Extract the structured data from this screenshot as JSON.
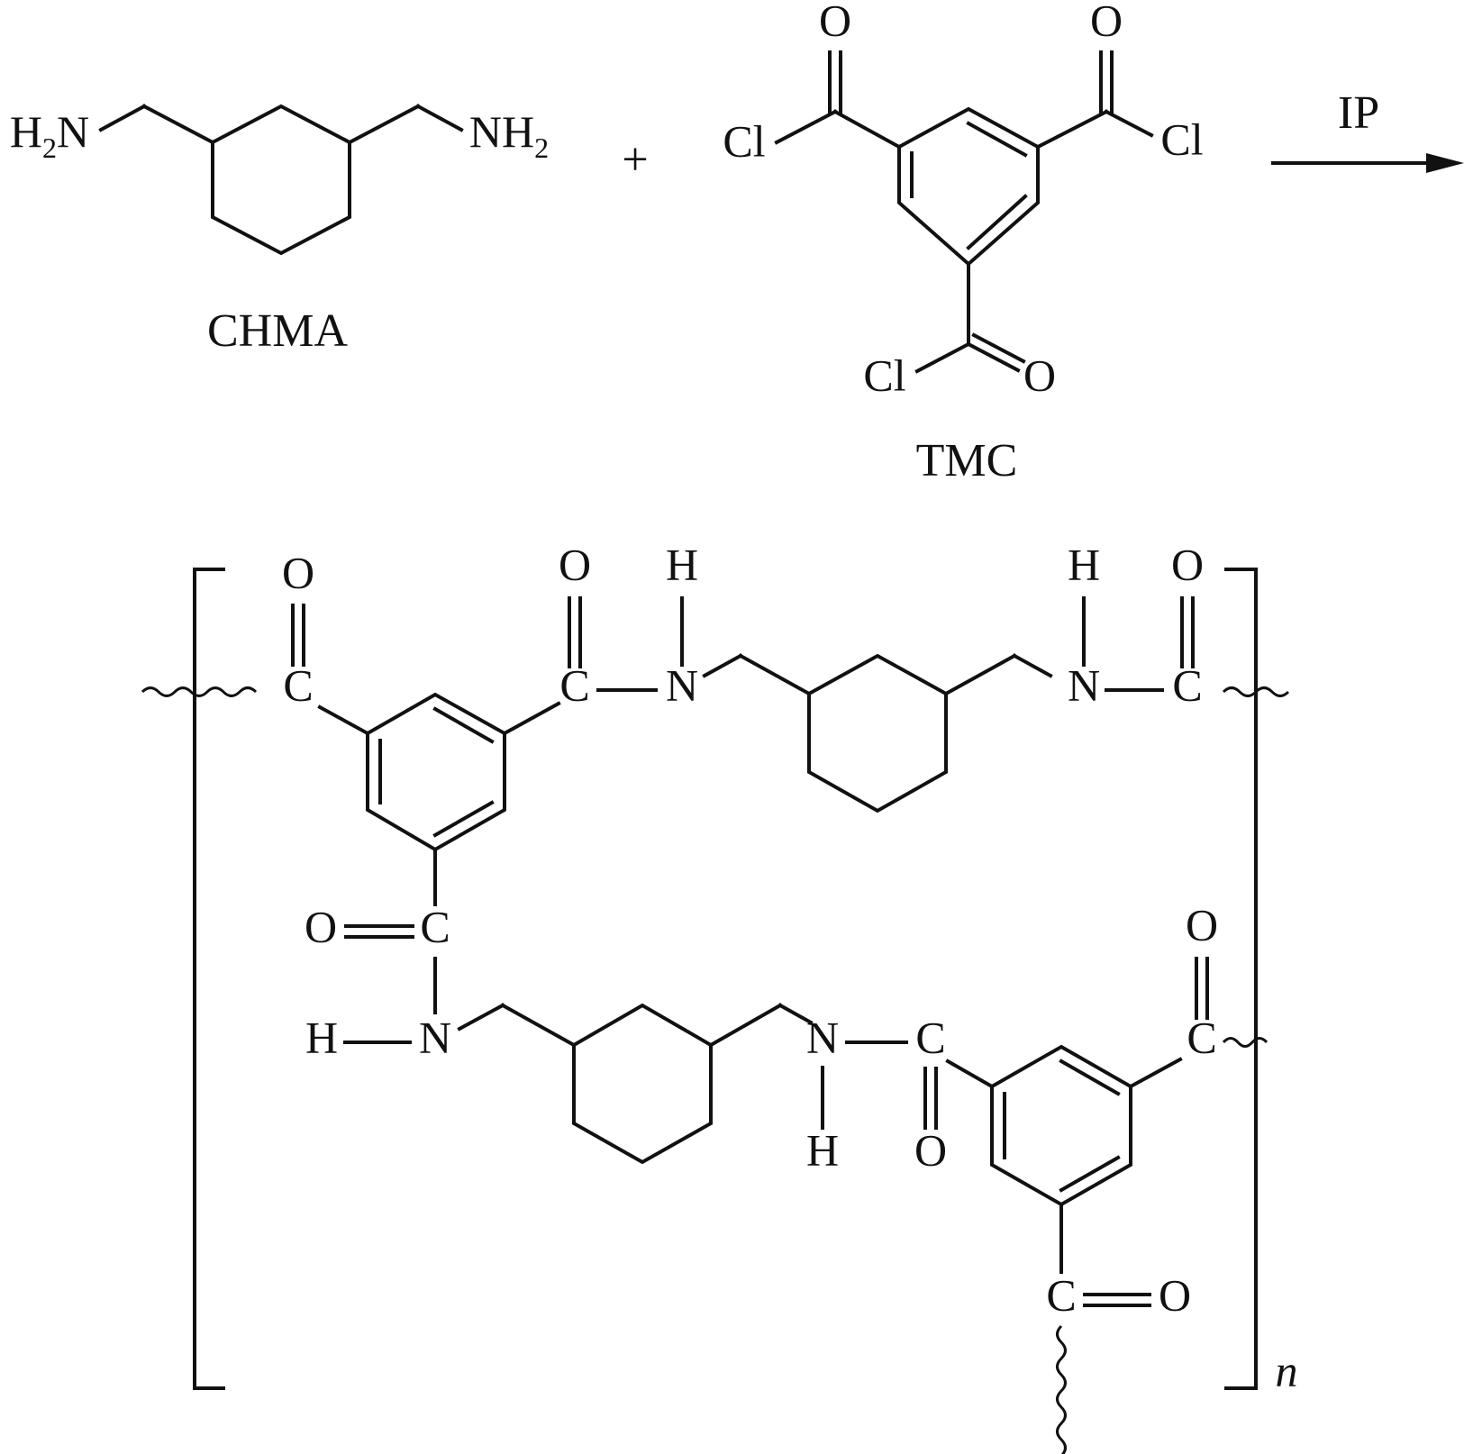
{
  "reactants": {
    "diamine": {
      "name": "CHMA",
      "left_group": {
        "main": "H",
        "sub": "2",
        "tail": "N"
      },
      "right_group": {
        "main": "NH",
        "sub": "2"
      }
    },
    "plus": "+",
    "acyl_chloride": {
      "name": "TMC",
      "chlorine": "Cl",
      "oxygen": "O"
    }
  },
  "arrow": {
    "label": "IP"
  },
  "product": {
    "atoms": {
      "C": "C",
      "O": "O",
      "N": "N",
      "H": "H"
    },
    "repeat_subscript": "n"
  },
  "colors": {
    "ink": "#111111",
    "background": "#ffffff"
  }
}
